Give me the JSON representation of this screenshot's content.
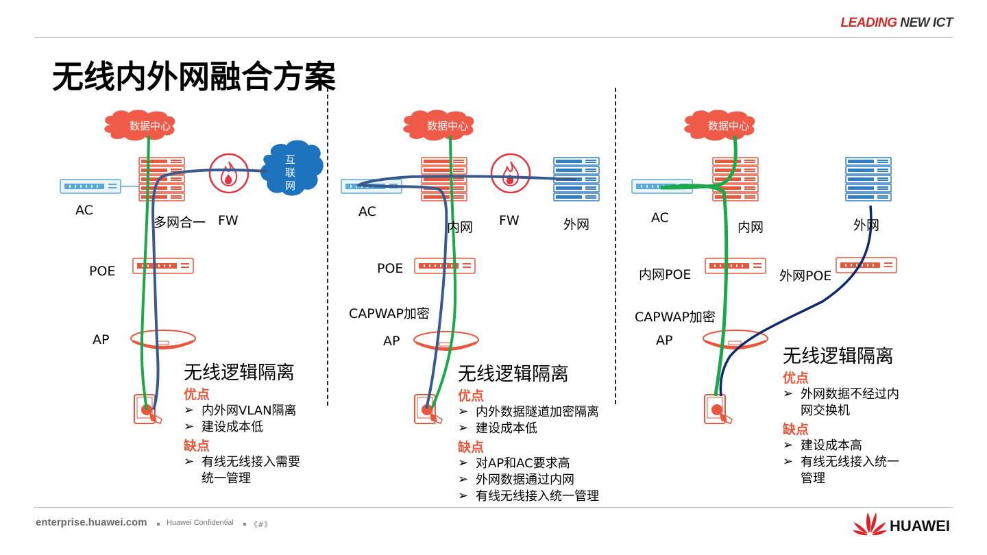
{
  "brand": {
    "tagline_left": "LEADING",
    "tagline_right": "NEW ICT",
    "footer_url": "enterprise.huawei.com",
    "footer_conf": "Huawei Confidential",
    "footer_page": "《#》",
    "logo_text": "HUAWEI"
  },
  "title": "无线内外网融合方案",
  "panels": [
    {
      "labels": {
        "dc": "数据中心",
        "internet": "互\n联\n网",
        "ac": "AC",
        "switch": "多网合一",
        "fw": "FW",
        "poe": "POE",
        "ap": "AP"
      },
      "section": {
        "title": "无线逻辑隔离",
        "pros_label": "优点",
        "pros": [
          "内外网VLAN隔离",
          "建设成本低"
        ],
        "cons_label": "缺点",
        "cons": [
          "有线无线接入需要\n统一管理"
        ]
      }
    },
    {
      "labels": {
        "dc": "数据中心",
        "ac": "AC",
        "inner": "内网",
        "fw": "FW",
        "outer": "外网",
        "poe": "POE",
        "capwap": "CAPWAP加密",
        "ap": "AP"
      },
      "section": {
        "title": "无线逻辑隔离",
        "pros_label": "优点",
        "pros": [
          "内外数据隧道加密隔离",
          "建设成本低"
        ],
        "cons_label": "缺点",
        "cons": [
          "对AP和AC要求高",
          "外网数据通过内网",
          "有线无线接入统一管理"
        ]
      }
    },
    {
      "labels": {
        "dc": "数据中心",
        "ac": "AC",
        "inner": "内网",
        "outer": "外网",
        "inner_poe": "内网POE",
        "outer_poe": "外网POE",
        "capwap": "CAPWAP加密",
        "ap": "AP"
      },
      "section": {
        "title": "无线逻辑隔离",
        "pros_label": "优点",
        "pros": [
          "外网数据不经过内\n网交换机"
        ],
        "cons_label": "缺点",
        "cons": [
          "建设成本高",
          "有线无线接入统一\n管理"
        ]
      }
    }
  ],
  "colors": {
    "accent": "#e8573c",
    "green": "#1aa84a",
    "blue": "#3a5a8c",
    "navy": "#0d2a6e",
    "device_blue": "#2f7fc8"
  }
}
